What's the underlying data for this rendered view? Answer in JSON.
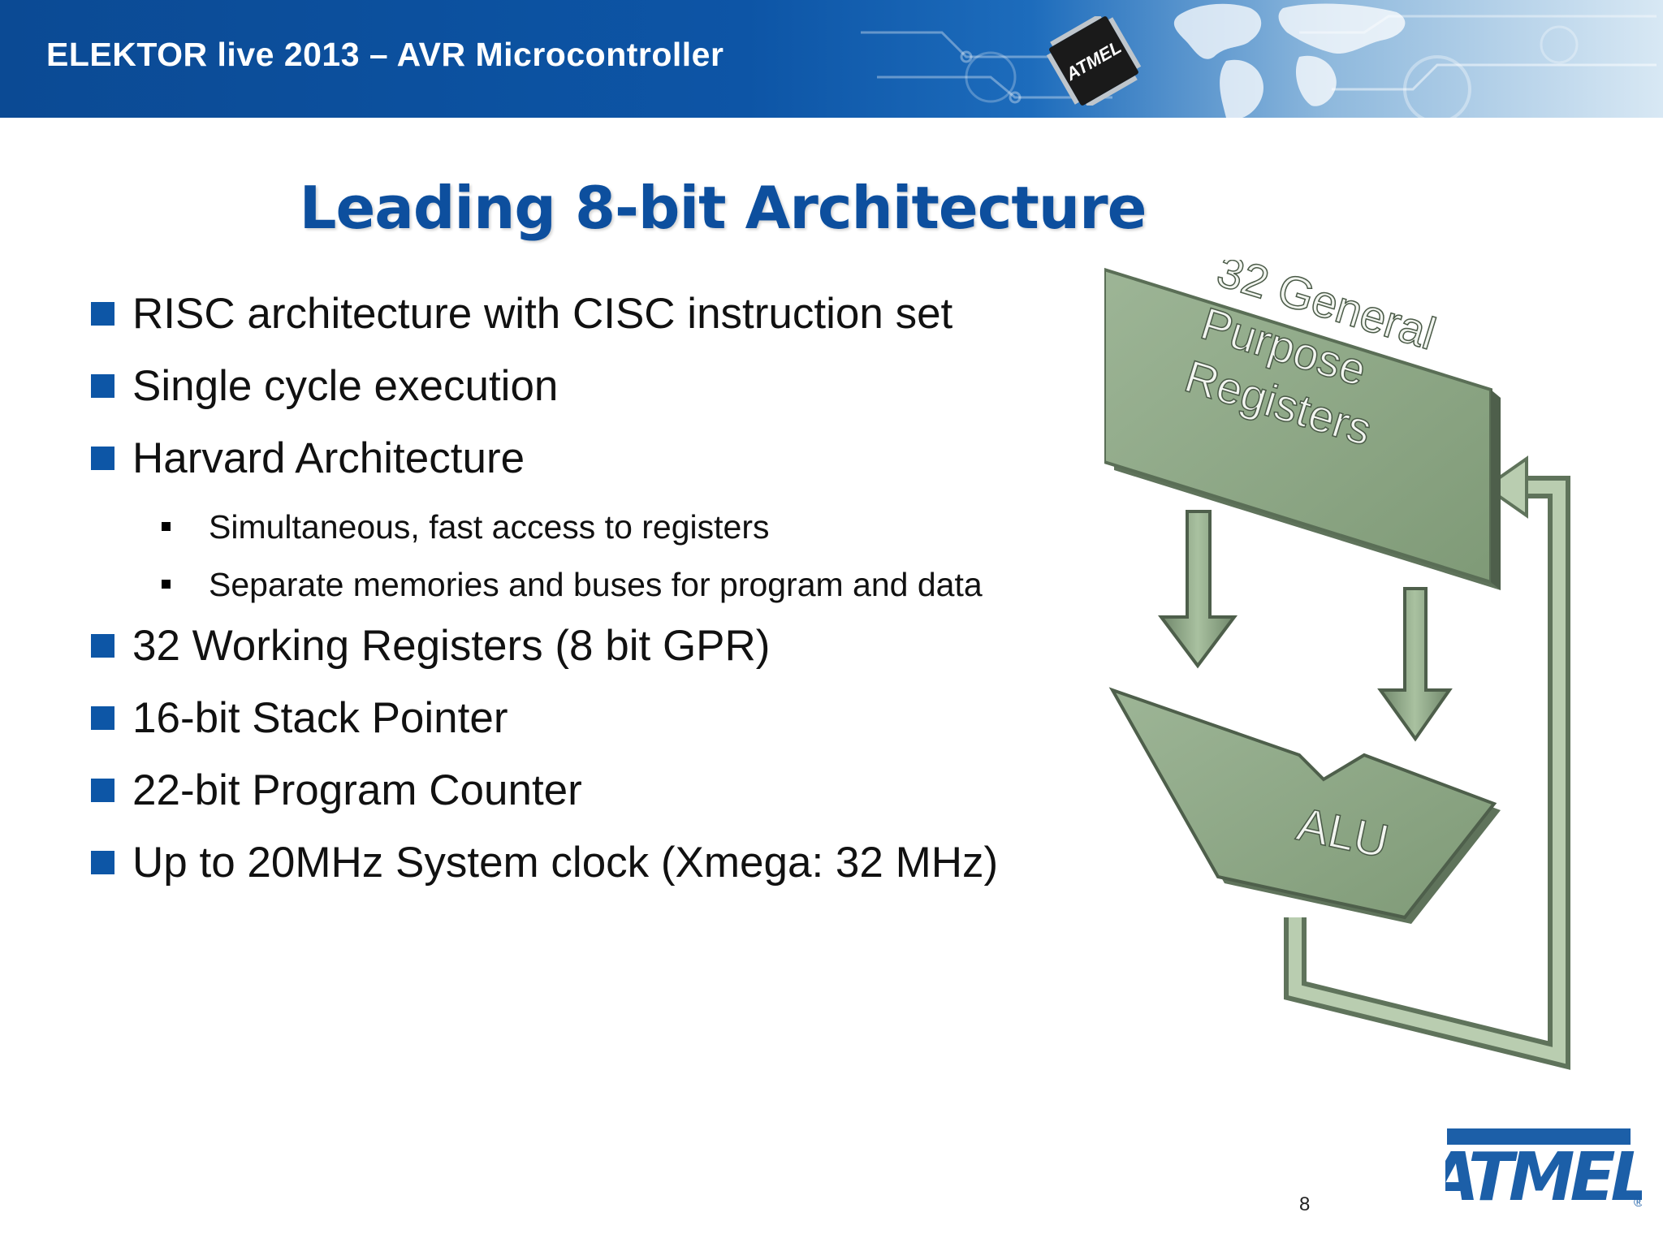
{
  "header": {
    "title": "ELEKTOR live 2013 – AVR Microcontroller",
    "chip_label": "ATMEL"
  },
  "slide": {
    "title": "Leading 8-bit Architecture",
    "bullets": [
      {
        "level": 1,
        "text": "RISC architecture with CISC instruction set"
      },
      {
        "level": 1,
        "text": "Single cycle execution"
      },
      {
        "level": 1,
        "text": "Harvard Architecture"
      },
      {
        "level": 2,
        "text": "Simultaneous, fast access to registers"
      },
      {
        "level": 2,
        "text": "Separate memories and buses for program and data"
      },
      {
        "level": 1,
        "text": "32 Working Registers (8 bit GPR)"
      },
      {
        "level": 1,
        "text": "16-bit Stack Pointer"
      },
      {
        "level": 1,
        "text": "22-bit Program Counter"
      },
      {
        "level": 1,
        "text": "Up to 20MHz System clock (Xmega: 32 MHz)"
      }
    ]
  },
  "diagram": {
    "register_block": [
      "32 General",
      "Purpose",
      "Registers"
    ],
    "alu_label": "ALU"
  },
  "footer": {
    "page_number": "8",
    "logo_text": "ATMEL",
    "registered_mark": "®"
  },
  "colors": {
    "brand_blue": "#0d56a6",
    "diagram_green": "#8ea886",
    "diagram_green_light": "#b7ccae"
  }
}
